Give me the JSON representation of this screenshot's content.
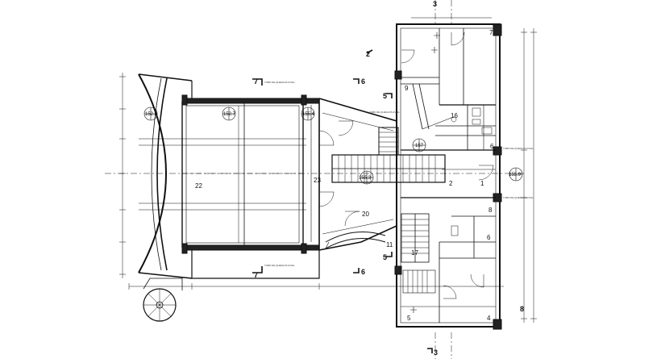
{
  "rooms": {
    "r22": "22",
    "r20": "20",
    "r23": "23",
    "r2": "2",
    "r1": "1",
    "r16": "16",
    "r6a": "6",
    "r6b": "6",
    "r7": "7",
    "r8": "8",
    "r9": "9",
    "r11": "11",
    "r17": "17",
    "r5": "5",
    "r4": "4"
  },
  "elevations": {
    "e1": "152.6",
    "e2": "152.7",
    "e3": "155.4",
    "e4": "157",
    "e5": "155.3",
    "e6": "153.9"
  },
  "sections": {
    "s7_top": "7",
    "s7_bot": "7",
    "s6_top": "6",
    "s6_bot": "6",
    "s5_top": "5",
    "s5_bot": "5",
    "s3_top": "3",
    "s3_bot": "3",
    "s8": "8",
    "s2": "2"
  },
  "labels": {
    "tubo": "TUBO DE QUEDA PLUVIAL"
  }
}
